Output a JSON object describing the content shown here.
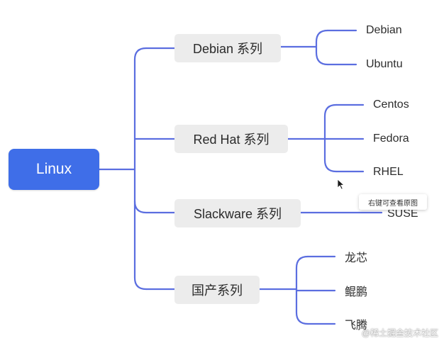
{
  "colors": {
    "line": "#5b6ee0",
    "root_bg": "#3f6ee8",
    "branch_bg": "#ececec"
  },
  "root": {
    "label": "Linux"
  },
  "branches": [
    {
      "label": "Debian 系列",
      "children": [
        "Debian",
        "Ubuntu"
      ]
    },
    {
      "label": "Red Hat 系列",
      "children": [
        "Centos",
        "Fedora",
        "RHEL"
      ]
    },
    {
      "label": "Slackware 系列",
      "children": [
        "SUSE"
      ]
    },
    {
      "label": "国产系列",
      "children": [
        "龙芯",
        "鲲鹏",
        "飞腾"
      ]
    }
  ],
  "tooltip": {
    "text": "右键可查看原图"
  },
  "watermark": {
    "text": "@稀土掘金技术社区"
  },
  "icons": {
    "cursor": "mouse-pointer-icon"
  }
}
